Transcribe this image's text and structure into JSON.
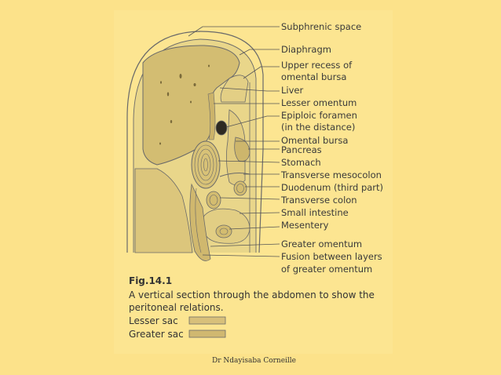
{
  "labels": {
    "subphrenic": "Subphrenic space",
    "diaphragm": "Diaphragm",
    "upper_recess_1": "Upper recess of",
    "upper_recess_2": "omental bursa",
    "liver": "Liver",
    "lesser_omentum": "Lesser omentum",
    "epiploic_1": "Epiploic foramen",
    "epiploic_2": "(in the distance)",
    "omental_bursa": "Omental bursa",
    "pancreas": "Pancreas",
    "stomach": "Stomach",
    "transverse_mesocolon": "Transverse mesocolon",
    "duodenum": "Duodenum (third part)",
    "transverse_colon": "Transverse colon",
    "small_intestine": "Small intestine",
    "mesentery": "Mesentery",
    "greater_omentum": "Greater omentum",
    "fusion_1": "Fusion between layers",
    "fusion_2": "of greater omentum"
  },
  "caption": {
    "fig": "Fig.14.1",
    "line1": "A vertical section through the abdomen to show the",
    "line2": "peritoneal relations.",
    "lesser_sac": "Lesser sac",
    "greater_sac": "Greater sac"
  },
  "credit": "Dr Ndayisaba Corneille",
  "colors": {
    "background": "#fce28a",
    "tissue": "#d6c277",
    "tissue_dark": "#c4ad5f",
    "outline": "#6a6a6a",
    "lesser_sac_fill": "#d8c07a",
    "greater_sac_fill": "#d0b870"
  }
}
